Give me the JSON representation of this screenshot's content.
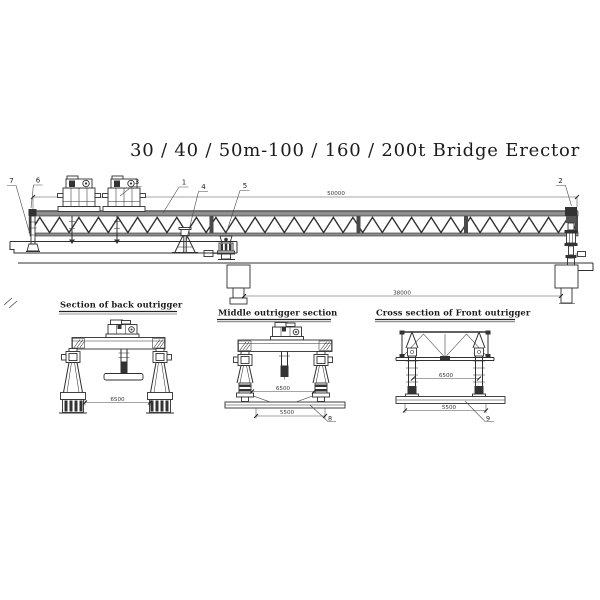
{
  "title": "30 / 40 / 50m-100 / 160 / 200t Bridge Erector",
  "colors": {
    "line": "#2f2f2f",
    "chord_gray": "#8f8f8f",
    "dark_fill": "#333333",
    "background": "#ffffff"
  },
  "elevation": {
    "dim_span": "50000",
    "dim_bridge_span": "38000",
    "callouts": {
      "c1": "1",
      "c2": "2",
      "c3": "3",
      "c4": "4",
      "c5": "5",
      "c6": "6",
      "c7": "7"
    }
  },
  "sections": {
    "back": {
      "title": "Section of back outrigger",
      "dim_gauge": "6500"
    },
    "middle": {
      "title": "Middle outrigger section",
      "dim_gauge": "6500",
      "dim_base": "5500",
      "callout": "8"
    },
    "front": {
      "title": "Cross section of Front outrigger",
      "dim_gauge": "6500",
      "dim_base": "5500",
      "callout": "9"
    }
  }
}
